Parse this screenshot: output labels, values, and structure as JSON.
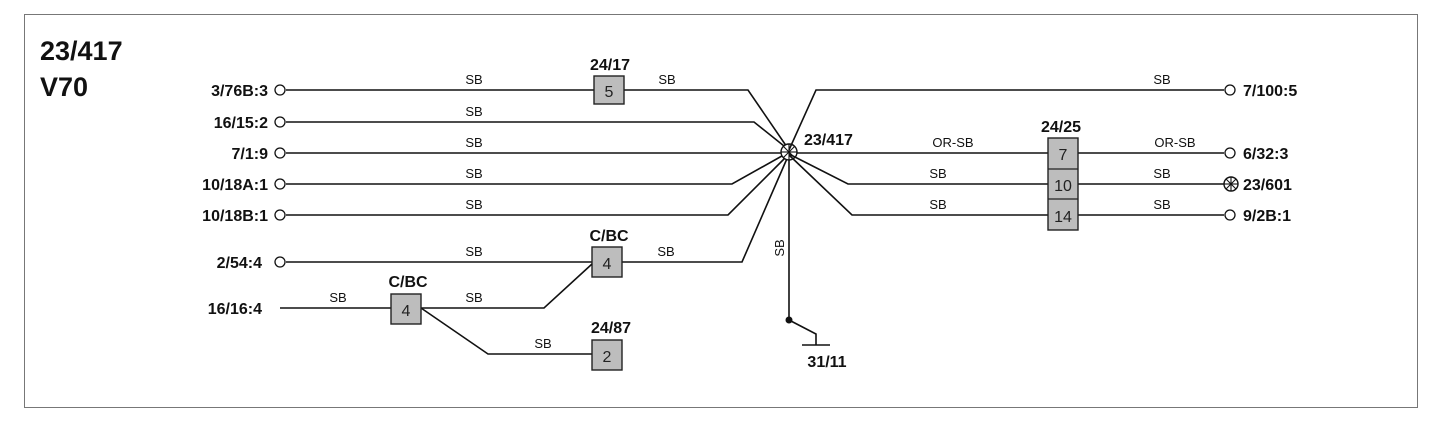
{
  "diagram": {
    "component_id": "23/417",
    "model": "V70",
    "splice_label": "23/417",
    "ground_label": "31/11",
    "terminals": {
      "t_3_76B": "3/76B:3",
      "t_16_15": "16/15:2",
      "t_7_1": "7/1:9",
      "t_10_18A": "10/18A:1",
      "t_10_18B": "10/18B:1",
      "t_2_54": "2/54:4",
      "t_16_16": "16/16:4",
      "t_7_100": "7/100:5",
      "t_6_32": "6/32:3",
      "t_23_601": "23/601",
      "t_9_2B": "9/2B:1"
    },
    "connectors": {
      "c_24_17": {
        "id": "24/17",
        "pin": "5"
      },
      "c_bc_upper": {
        "id": "C/BC",
        "pin": "4"
      },
      "c_bc_lower": {
        "id": "C/BC",
        "pin": "4"
      },
      "c_24_87": {
        "id": "24/87",
        "pin": "2"
      },
      "c_24_25": {
        "id": "24/25",
        "pins": [
          "7",
          "10",
          "14"
        ]
      }
    },
    "wire_labels": {
      "w1a": "SB",
      "w1b": "SB",
      "w2": "SB",
      "w3": "SB",
      "w4": "SB",
      "w5": "SB",
      "w6a": "SB",
      "w6b": "SB",
      "w7a": "SB",
      "w7b": "SB",
      "w8": "SB",
      "wvert": "SB",
      "wr1": "SB",
      "wr2a": "OR-SB",
      "wr2b": "OR-SB",
      "wr3a": "SB",
      "wr3b": "SB",
      "wr4a": "SB",
      "wr4b": "SB"
    }
  }
}
